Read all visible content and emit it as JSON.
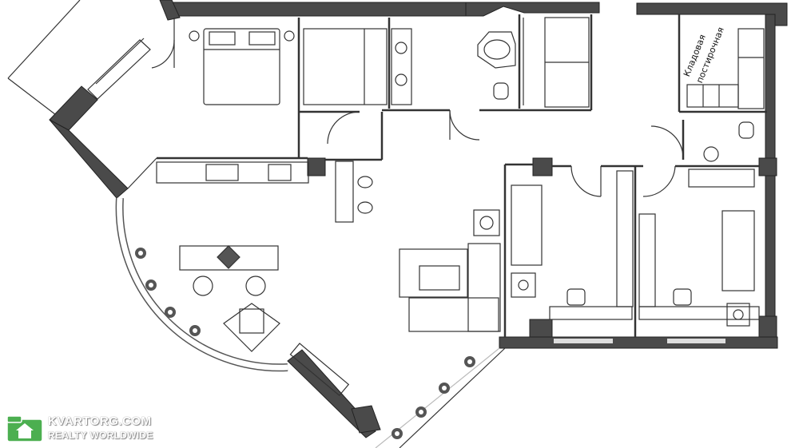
{
  "plan": {
    "room_labels": [
      {
        "id": "pantry",
        "text": "Кладовая"
      },
      {
        "id": "pantry2",
        "text": "постирочная"
      }
    ]
  },
  "watermark": {
    "brand": "KVARTORG.COM",
    "tagline": "REALTY WORLDWIDE",
    "icon": "house-folder-icon",
    "accent": "#4caf50"
  },
  "colors": {
    "wall": "#4a4a4a",
    "line": "#333333",
    "background": "#ffffff"
  }
}
